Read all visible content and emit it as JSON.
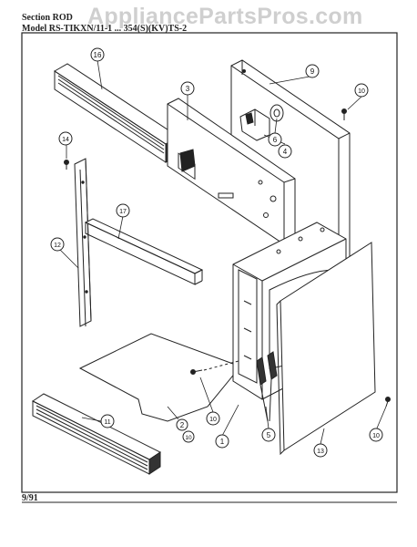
{
  "header": {
    "section_label": "Section",
    "section_value": "ROD",
    "model_label": "Model",
    "model_value": "RS-TIKXN/11-1 ... 354(S)(KV)TS-2"
  },
  "watermark": "AppliancePartsPros.com",
  "footer": {
    "date_code": "9/91"
  },
  "callouts": [
    "16",
    "9",
    "3",
    "10",
    "6",
    "4",
    "14",
    "17",
    "12",
    "11",
    "2",
    "10",
    "10",
    "1",
    "5",
    "13",
    "10"
  ],
  "colors": {
    "line": "#222222",
    "paper": "#ffffff",
    "watermark": "#8c8c8c"
  }
}
